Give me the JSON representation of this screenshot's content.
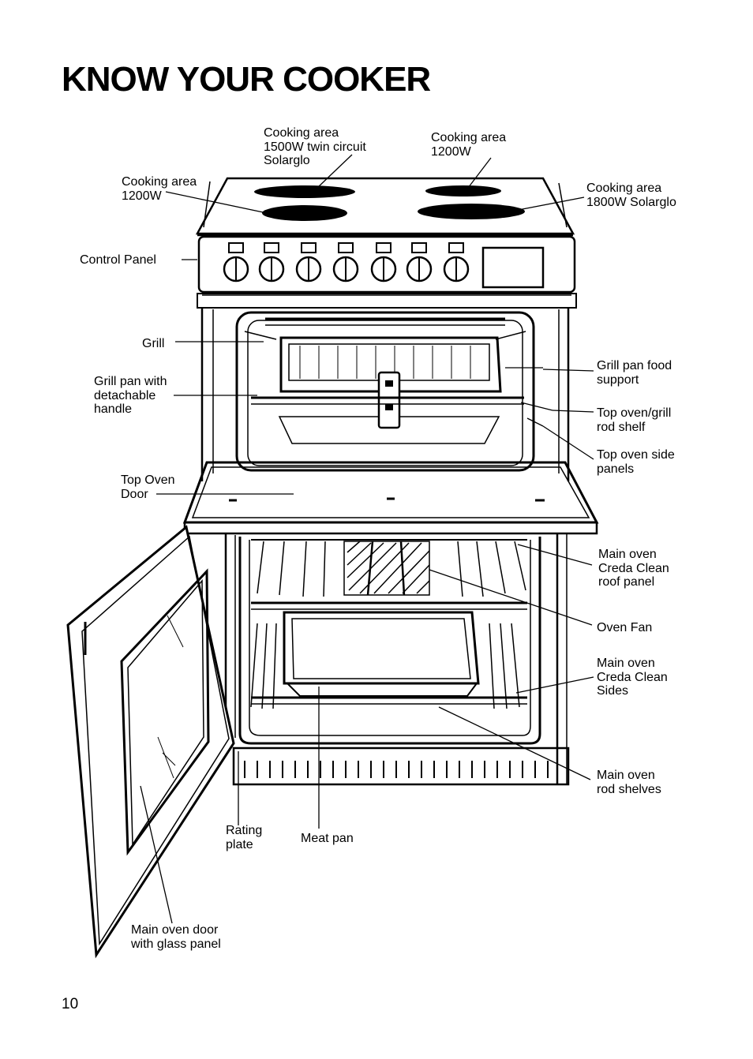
{
  "page": {
    "title": "KNOW YOUR COOKER",
    "page_number": "10"
  },
  "labels": {
    "cooking_area_twin": "Cooking area\n1500W twin circuit\nSolarglo",
    "cooking_area_rear_right": "Cooking area\n1200W",
    "cooking_area_front_left": "Cooking area\n1200W",
    "cooking_area_front_right": "Cooking area\n1800W Solarglo",
    "control_panel": "Control Panel",
    "grill": "Grill",
    "grill_pan": "Grill pan with\ndetachable\nhandle",
    "grill_pan_food_support": "Grill pan food\nsupport",
    "top_oven_rod_shelf": "Top oven/grill\nrod shelf",
    "top_oven_side_panels": "Top oven side\npanels",
    "top_oven_door": "Top Oven\nDoor",
    "main_oven_roof_panel": "Main oven\nCreda Clean\nroof panel",
    "oven_fan": "Oven Fan",
    "main_oven_sides": "Main oven\nCreda Clean\nSides",
    "main_oven_rod_shelves": "Main oven\nrod shelves",
    "rating_plate": "Rating\nplate",
    "meat_pan": "Meat pan",
    "main_oven_door": "Main oven door\nwith glass panel"
  }
}
